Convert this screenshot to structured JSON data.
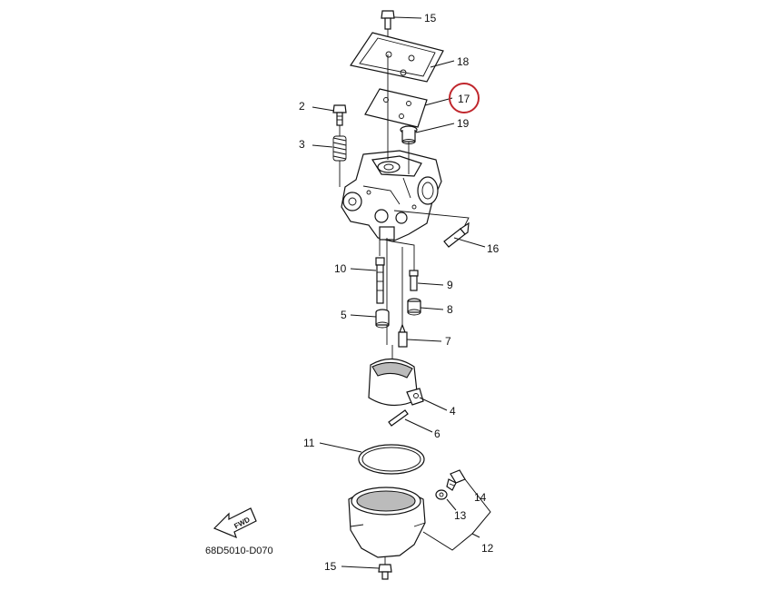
{
  "diagram_code": "68D5010-D070",
  "fwd_label": "FWD",
  "highlight_color": "#c0272d",
  "callouts": [
    "15",
    "18",
    "17",
    "2",
    "19",
    "3",
    "16",
    "10",
    "9",
    "8",
    "5",
    "7",
    "4",
    "6",
    "11",
    "14",
    "13",
    "12",
    "15"
  ]
}
